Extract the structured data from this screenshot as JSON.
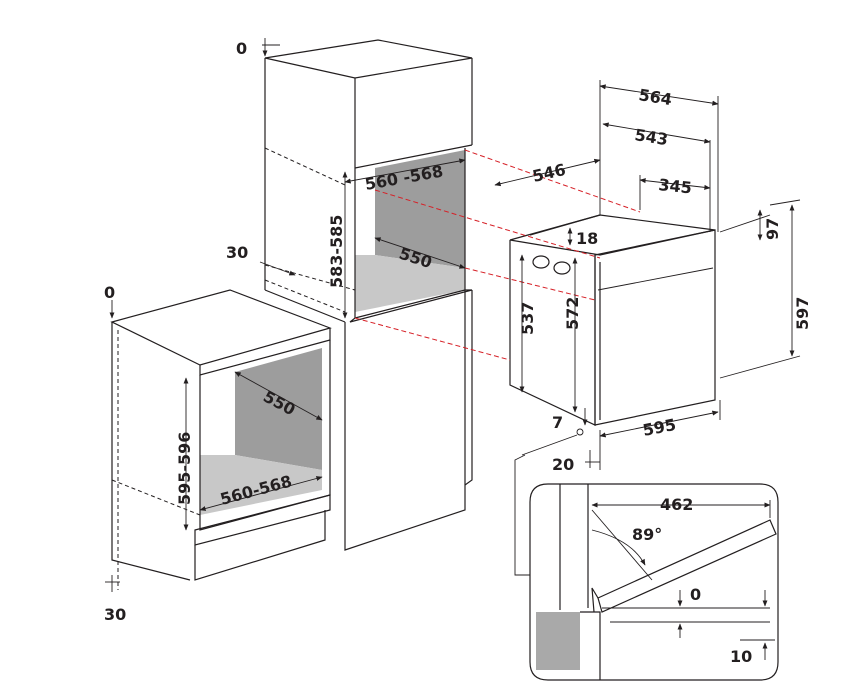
{
  "labels": {
    "tall_top_offset": "0",
    "tall_plinth_offset": "30",
    "tall_niche_width": "560 -568",
    "tall_niche_height": "583-585",
    "tall_niche_depth": "550",
    "base_top_offset": "0",
    "base_bottom_offset": "30",
    "base_niche_depth": "550",
    "base_niche_height": "595-596",
    "base_niche_width": "560-568",
    "oven_overall_depth": "564",
    "oven_body_depth": "543",
    "oven_depth_546": "546",
    "oven_depth_345": "345",
    "oven_height_97": "97",
    "oven_height_18": "18",
    "oven_height_537": "537",
    "oven_height_572": "572",
    "oven_height_597": "597",
    "oven_width": "595",
    "oven_gap_7": "7",
    "oven_gap_20": "20",
    "door_open_length": "462",
    "door_angle": "89°",
    "door_offset_0": "0",
    "door_offset_10": "10"
  },
  "colors": {
    "line": "#231f20",
    "guide": "#d62027",
    "cavity": "#9d9d9d",
    "background": "#ffffff"
  }
}
